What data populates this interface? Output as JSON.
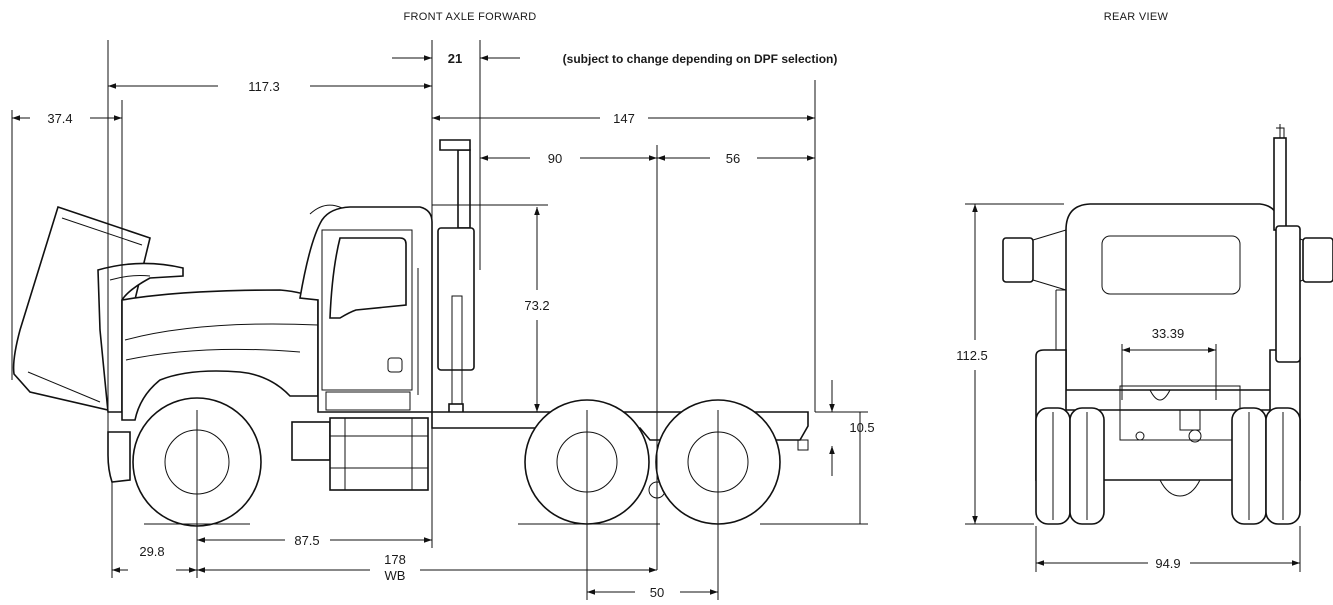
{
  "titles": {
    "side": "FRONT AXLE FORWARD",
    "rear": "REAR VIEW"
  },
  "notes": {
    "dpf_offset": "21",
    "dpf_note": "(subject to change depending on DPF selection)"
  },
  "dimensions": {
    "hood_tilt": "37.4",
    "bumper_to_cab": "117.3",
    "cab_to_axle_center": "90",
    "axle_center_to_end": "56",
    "back_of_cab_to_end": "147",
    "cab_height": "73.2",
    "frame_height": "10.5",
    "front_overhang": "29.8",
    "axle_to_back_of_cab": "87.5",
    "wheelbase": "178",
    "wheelbase_label": "WB",
    "tandem_spacing": "50",
    "overall_height": "112.5",
    "frame_width": "33.39",
    "overall_width": "94.9"
  }
}
